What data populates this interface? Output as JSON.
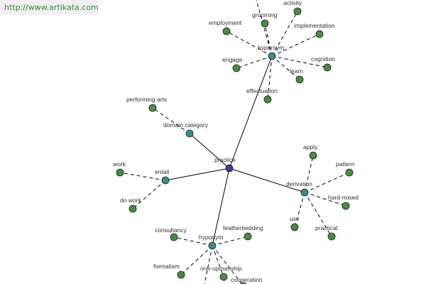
{
  "watermark": {
    "url": "http://www.artikata.com"
  },
  "colors": {
    "center_node": "#3c3c9a",
    "relation_node": "#3a8c8c",
    "leaf_node": "#4a8a44",
    "edge": "#000000",
    "url_text": "#2f8f2f"
  },
  "graph": {
    "center": {
      "label": "practice"
    },
    "relations": [
      {
        "id": "hypernym",
        "label": "hypernym",
        "terms": [
          "grooming",
          "activity",
          "employment",
          "implementation",
          "engage",
          "cognition",
          "learn",
          "effectuation"
        ]
      },
      {
        "id": "domain",
        "label": "domain category",
        "terms": [
          "performing arts"
        ]
      },
      {
        "id": "entail",
        "label": "entail",
        "terms": [
          "work",
          "do work"
        ]
      },
      {
        "id": "derivation",
        "label": "derivation",
        "terms": [
          "apply",
          "pattern",
          "hard-nosed",
          "use",
          "practical"
        ]
      },
      {
        "id": "hyponym",
        "label": "hyponym",
        "terms": [
          "consultancy",
          "featherbedding",
          "formalism",
          "one-upmanship",
          "cooperation"
        ]
      }
    ]
  }
}
